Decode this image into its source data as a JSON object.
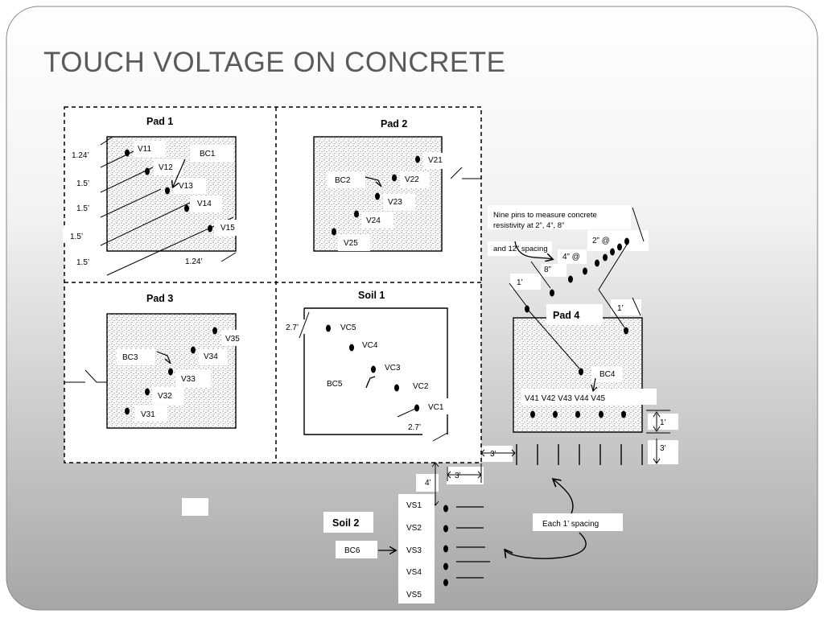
{
  "slide": {
    "title": "TOUCH VOLTAGE ON CONCRETE",
    "colors": {
      "bg_top": "#ffffff",
      "bg_bottom": "#a8a8a8",
      "ink": "#000000",
      "title": "#5a5a5a"
    }
  },
  "pads": {
    "pad1": {
      "title": "Pad 1",
      "pins": [
        "V11",
        "V12",
        "V13",
        "V14",
        "V15"
      ],
      "bc": "BC1",
      "dims": [
        "1.24’",
        "1.5’",
        "1.5’",
        "1.5’",
        "1.5’",
        "1.24’"
      ]
    },
    "pad2": {
      "title": "Pad 2",
      "pins": [
        "V21",
        "V22",
        "V23",
        "V24",
        "V25"
      ],
      "bc": "BC2"
    },
    "pad3": {
      "title": "Pad 3",
      "pins": [
        "V31",
        "V32",
        "V33",
        "V34",
        "V35"
      ],
      "bc": "BC3"
    },
    "soil1": {
      "title": "Soil 1",
      "pins": [
        "VC1",
        "VC2",
        "VC3",
        "VC4",
        "VC5"
      ],
      "bc": "BC5",
      "dims": [
        "2.7’",
        "2.7’"
      ]
    },
    "pad4": {
      "title": "Pad 4",
      "bc": "BC4",
      "pins_row": "V41 V42 V43 V44  V45",
      "dims": [
        "1’",
        "1’",
        "1’",
        "3’"
      ]
    },
    "soil2": {
      "title": "Soil 2",
      "pins": [
        "VS1",
        "VS2",
        "VS3",
        "VS4",
        "VS5"
      ],
      "bc": "BC6"
    }
  },
  "notes": {
    "nine_pins_line1": "Nine pins to measure concrete",
    "nine_pins_line2": "resistivity at 2”, 4”, 8”",
    "nine_pins_line3": "and 12” spacing",
    "two_at": "2” @",
    "four_at": "4” @",
    "eight": "8”",
    "each_spacing": "Each 1’ spacing",
    "three_ft_a": "3’",
    "three_ft_b": "3’",
    "four_ft": "4’"
  }
}
